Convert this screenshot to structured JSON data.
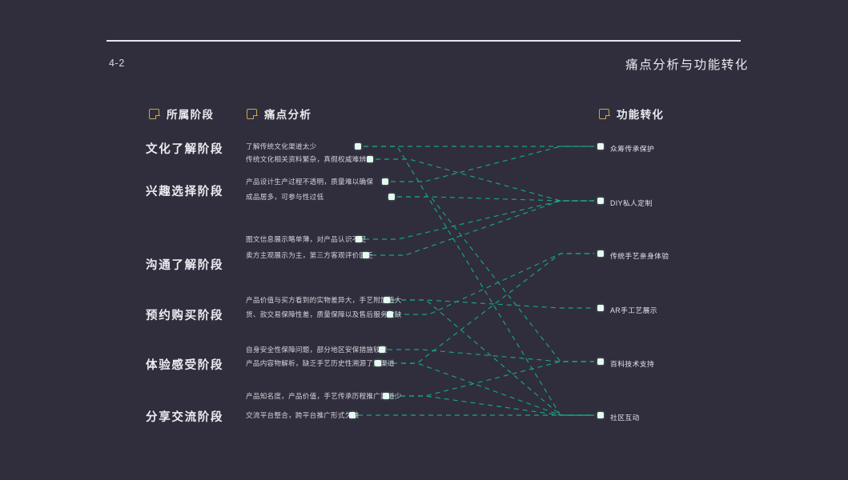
{
  "header": {
    "page_number": "4-2",
    "title": "痛点分析与功能转化"
  },
  "legend": [
    {
      "label": "所属阶段",
      "icon": "gold-square-icon"
    },
    {
      "label": "痛点分析",
      "icon": "gold-square-icon"
    },
    {
      "label": "功能转化",
      "icon": "gold-square-icon"
    }
  ],
  "colors": {
    "background": "#302e3c",
    "rule": "#e8e8ee",
    "legend_accent": "#c8a94b",
    "node": "#e4fbef",
    "link": "#18a585",
    "text_primary": "#ececf2",
    "text_secondary": "#d3d3db"
  },
  "stages": [
    {
      "label": "文化了解阶段"
    },
    {
      "label": "兴趣选择阶段"
    },
    {
      "label": "沟通了解阶段"
    },
    {
      "label": "预约购买阶段"
    },
    {
      "label": "体验感受阶段"
    },
    {
      "label": "分享交流阶段"
    }
  ],
  "pain_points": [
    {
      "text": "了解传统文化渠道太少"
    },
    {
      "text": "传统文化相关资料繁杂，真假权威难辨"
    },
    {
      "text": "产品设计生产过程不透明，质量难以确保"
    },
    {
      "text": "成品居多，可参与性过低"
    },
    {
      "text": "图文信息展示略单薄，对产品认识不足"
    },
    {
      "text": "卖方主观展示为主，第三方客观评价匮乏"
    },
    {
      "text": "产品价值与买方看到的实物差异大，手艺附加值大"
    },
    {
      "text": "货、款交易保障性差，质量保障以及售后服务欠缺"
    },
    {
      "text": "自身安全性保障问题，部分地区安保措施较差"
    },
    {
      "text": "产品内容物解析，缺乏手艺历史性溯源了解渠道"
    },
    {
      "text": "产品知名度，产品价值，手艺传承历程推广渠道少"
    },
    {
      "text": "交流平台整合，跨平台推广形式欠缺"
    }
  ],
  "functions": [
    {
      "label": "众筹传承保护"
    },
    {
      "label": "DIY私人定制"
    },
    {
      "label": "传统手艺亲身体验"
    },
    {
      "label": "AR手工艺展示"
    },
    {
      "label": "百科技术支持"
    },
    {
      "label": "社区互动"
    }
  ]
}
